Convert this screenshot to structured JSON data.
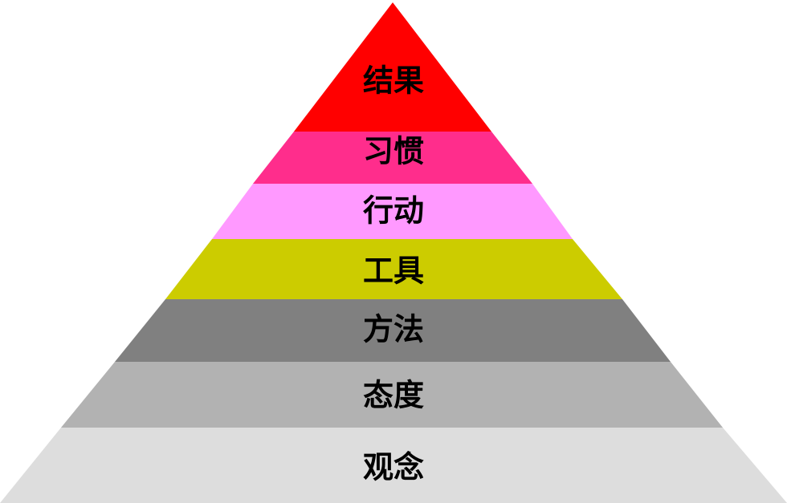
{
  "pyramid": {
    "layers": [
      {
        "label": "结果",
        "color": "#ff0000"
      },
      {
        "label": "习惯",
        "color": "#ff2d8c"
      },
      {
        "label": "行动",
        "color": "#ff99ff"
      },
      {
        "label": "工具",
        "color": "#cccc00"
      },
      {
        "label": "方法",
        "color": "#808080"
      },
      {
        "label": "态度",
        "color": "#b2b2b2"
      },
      {
        "label": "观念",
        "color": "#dddddd"
      }
    ]
  }
}
